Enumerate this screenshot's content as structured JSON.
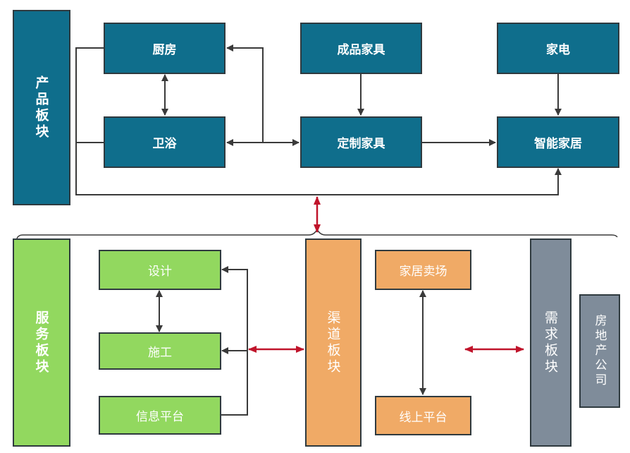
{
  "product_section": {
    "title": "产品板块",
    "color": "#0f6e8c",
    "nodes": {
      "kitchen": "厨房",
      "bathroom": "卫浴",
      "finished_furniture": "成品家具",
      "custom_furniture": "定制家具",
      "appliances": "家电",
      "smart_home": "智能家居"
    }
  },
  "service_section": {
    "title": "服务板块",
    "color": "#92d85f",
    "nodes": {
      "design": "设计",
      "construction": "施工",
      "info_platform": "信息平台"
    }
  },
  "channel_section": {
    "title": "渠道板块",
    "color": "#f0aa66",
    "nodes": {
      "home_mall": "家居卖场",
      "online_platform": "线上平台"
    }
  },
  "demand_section": {
    "title": "需求板块",
    "color": "#7f8c9a",
    "nodes": {
      "real_estate": "房地产公司"
    }
  },
  "colors": {
    "connector": "#3a3a3a",
    "cross_link": "#c0142b"
  }
}
